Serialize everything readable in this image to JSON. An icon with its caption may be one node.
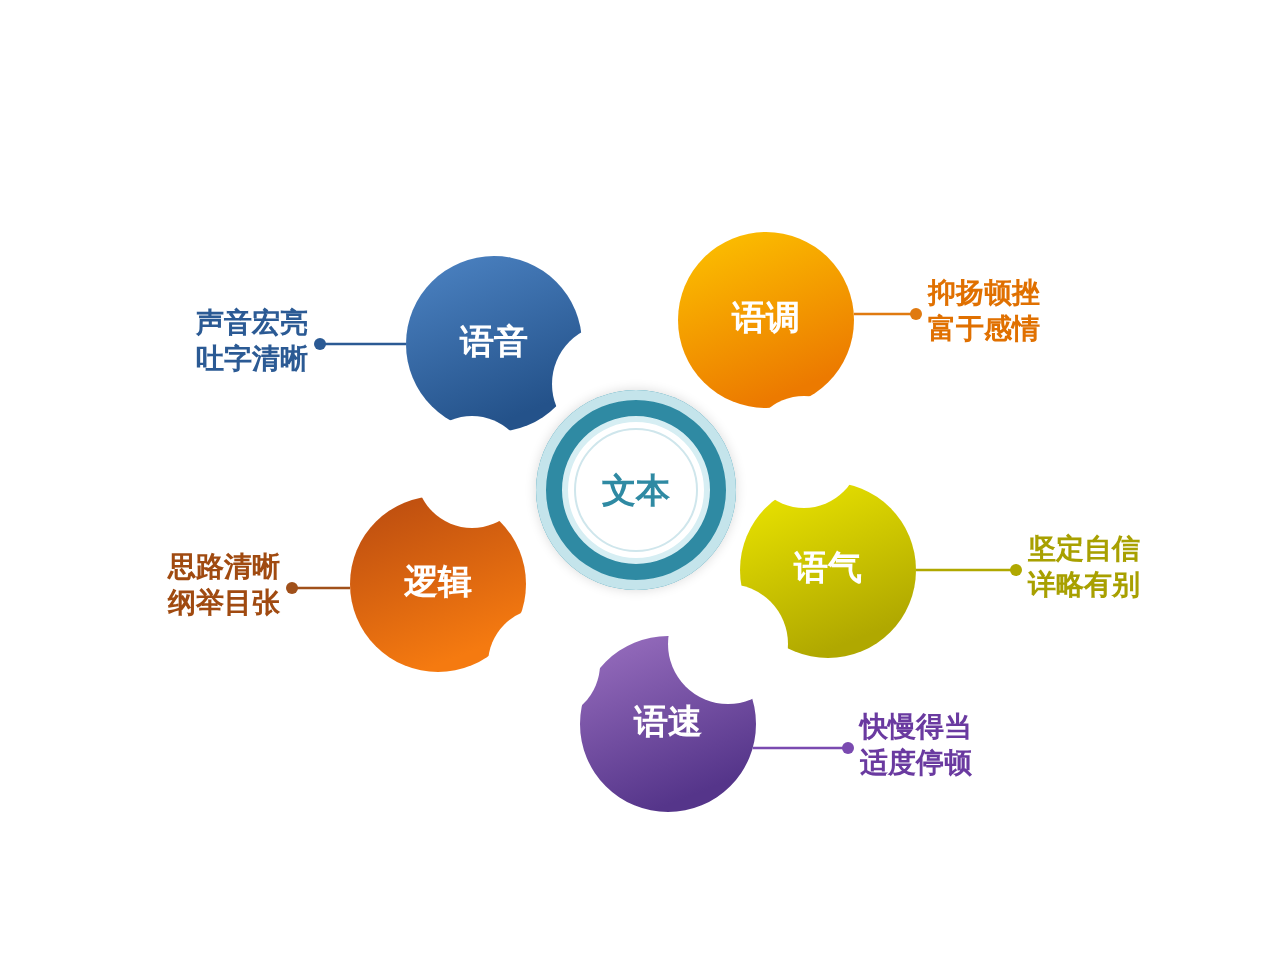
{
  "diagram": {
    "nodes": [
      {
        "text": [
          "文本"
        ]
      },
      {
        "text": [
          "语音"
        ]
      },
      {
        "text": [
          "语调"
        ]
      },
      {
        "text": [
          "语气"
        ]
      },
      {
        "text": [
          "语速"
        ]
      },
      {
        "text": [
          "逻辑"
        ]
      },
      {
        "text": [
          "声音宏亮吐字清晰"
        ]
      },
      {
        "text": [
          "抑扬顿挫富于感情"
        ]
      },
      {
        "text": [
          "坚定自信详略有别"
        ]
      },
      {
        "text": [
          "快慢得当适度停顿"
        ]
      },
      {
        "text": [
          "思路清晰纲举目张"
        ]
      }
    ],
    "edges": [
      {
        "from": 1,
        "to": 6,
        "arrow": "other",
        "color": "#2b5a94"
      },
      {
        "from": 2,
        "to": 7,
        "arrow": "other",
        "color": "#e07a10"
      },
      {
        "from": 3,
        "to": 8,
        "arrow": "other",
        "color": "#b0a800"
      },
      {
        "from": 4,
        "to": 9,
        "arrow": "other",
        "color": "#7a4ab0"
      },
      {
        "from": 5,
        "to": 10,
        "arrow": "other",
        "color": "#a0501a"
      }
    ]
  }
}
